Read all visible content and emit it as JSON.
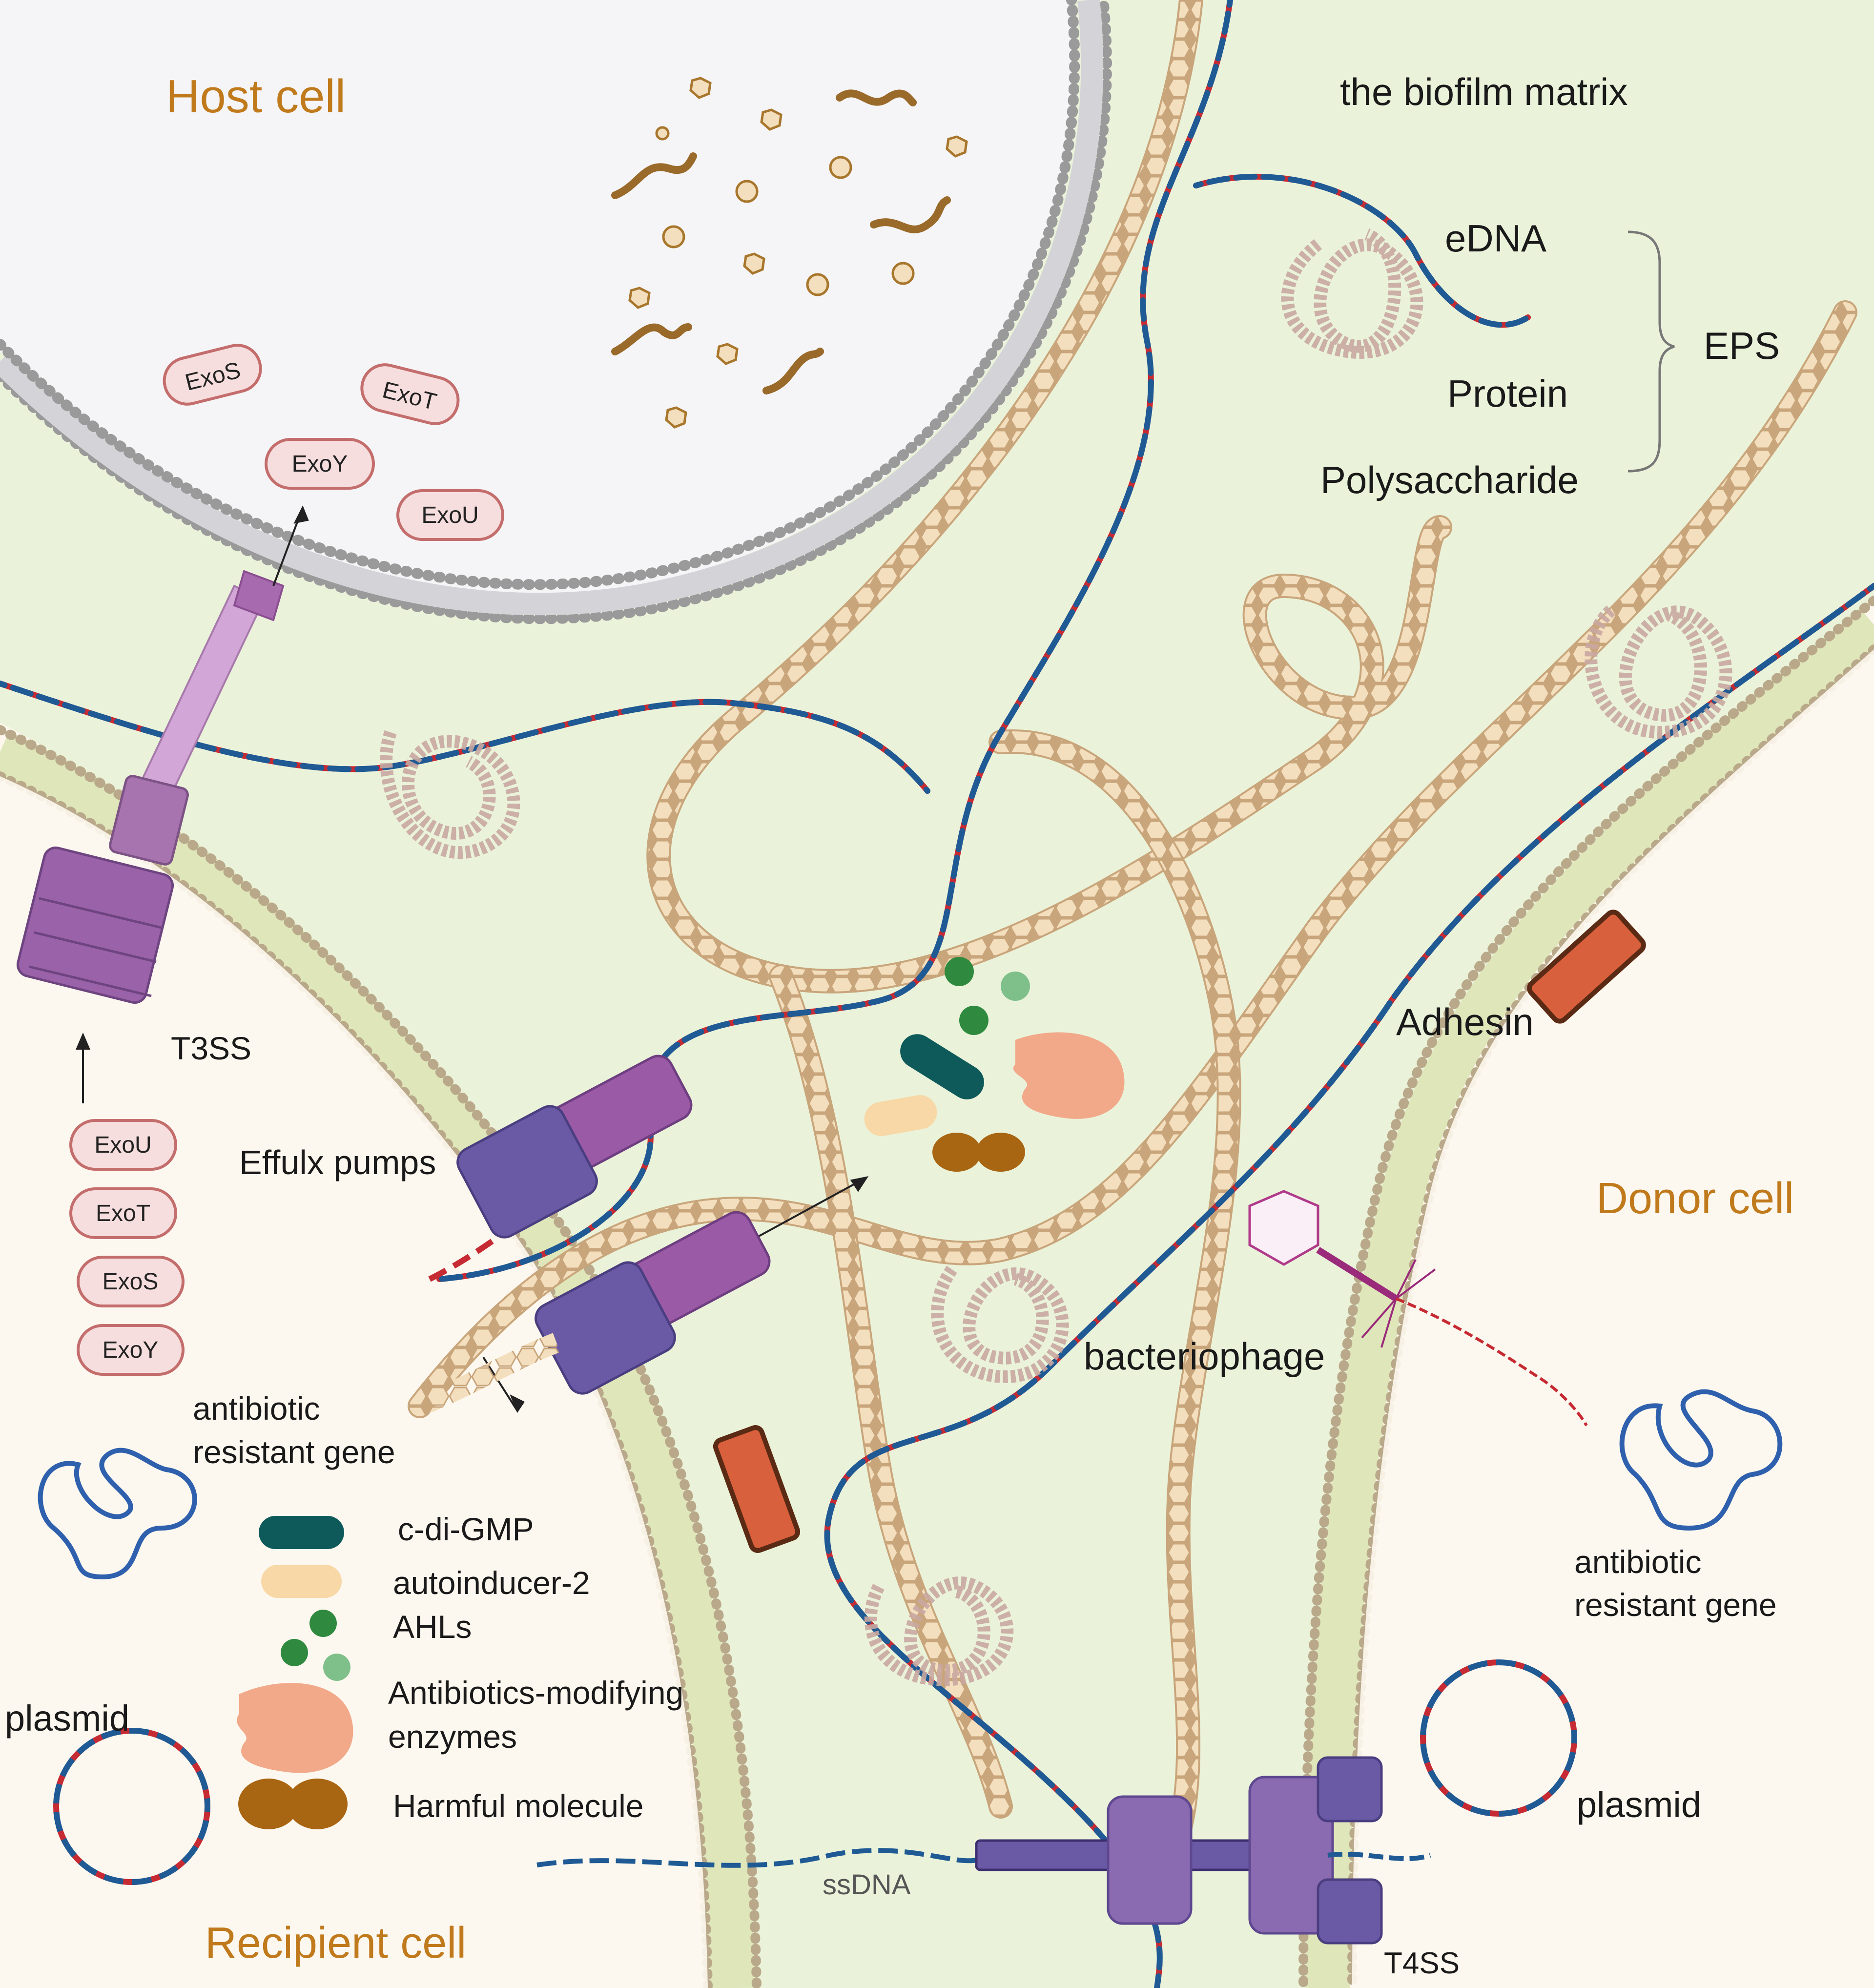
{
  "regions": {
    "host": "Host cell",
    "matrix": "the biofilm matrix",
    "donor": "Donor cell",
    "recipient": "Recipient cell"
  },
  "eps": {
    "edna": "eDNA",
    "protein": "Protein",
    "polysaccharide": "Polysaccharide",
    "group": "EPS"
  },
  "structures": {
    "t3ss": "T3SS",
    "efflux": "Effulx pumps",
    "adhesin": "Adhesin",
    "bacteriophage": "bacteriophage",
    "t4ss": "T4SS",
    "ssdna": "ssDNA"
  },
  "gene_labels": {
    "left": [
      "antibiotic",
      "resistant gene"
    ],
    "right": [
      "antibiotic",
      "resistant gene"
    ]
  },
  "plasmid_labels": {
    "left": "plasmid",
    "right": "plasmid"
  },
  "effectors_host": [
    "ExoS",
    "ExoT",
    "ExoY",
    "ExoU"
  ],
  "effectors_recipient": [
    "ExoU",
    "ExoT",
    "ExoS",
    "ExoY"
  ],
  "legend": [
    {
      "icon": "c-di-gmp-icon",
      "label": "c-di-GMP",
      "color": "#0e5a5a"
    },
    {
      "icon": "autoinducer-icon",
      "label": "autoinducer-2",
      "color": "#f7d8a6"
    },
    {
      "icon": "ahl-icon",
      "label": "AHLs",
      "color": "#2f8a3f"
    },
    {
      "icon": "enzyme-icon",
      "label": "Antibiotics-modifying enzymes",
      "color": "#f2a98a"
    },
    {
      "icon": "harmful-molecule-icon",
      "label": "Harmful molecule",
      "color": "#a86512"
    }
  ],
  "legend_text": {
    "cdigmp": "c-di-GMP",
    "ai2": "autoinducer-2",
    "ahls": "AHLs",
    "enzymes_1": "Antibiotics-modifying",
    "enzymes_2": "enzymes",
    "harmful": "Harmful molecule"
  },
  "colors": {
    "matrix": "#eaf3da",
    "cell_interior": "#fdf7ee",
    "host_interior": "#f5f5f7",
    "region_label": "#c07a1c",
    "dna_red": "#c62a32",
    "dna_blue": "#1f5a94",
    "adhesin": "#d9603c",
    "effector_fill": "#f7dede",
    "effector_stroke": "#c46d6d"
  }
}
